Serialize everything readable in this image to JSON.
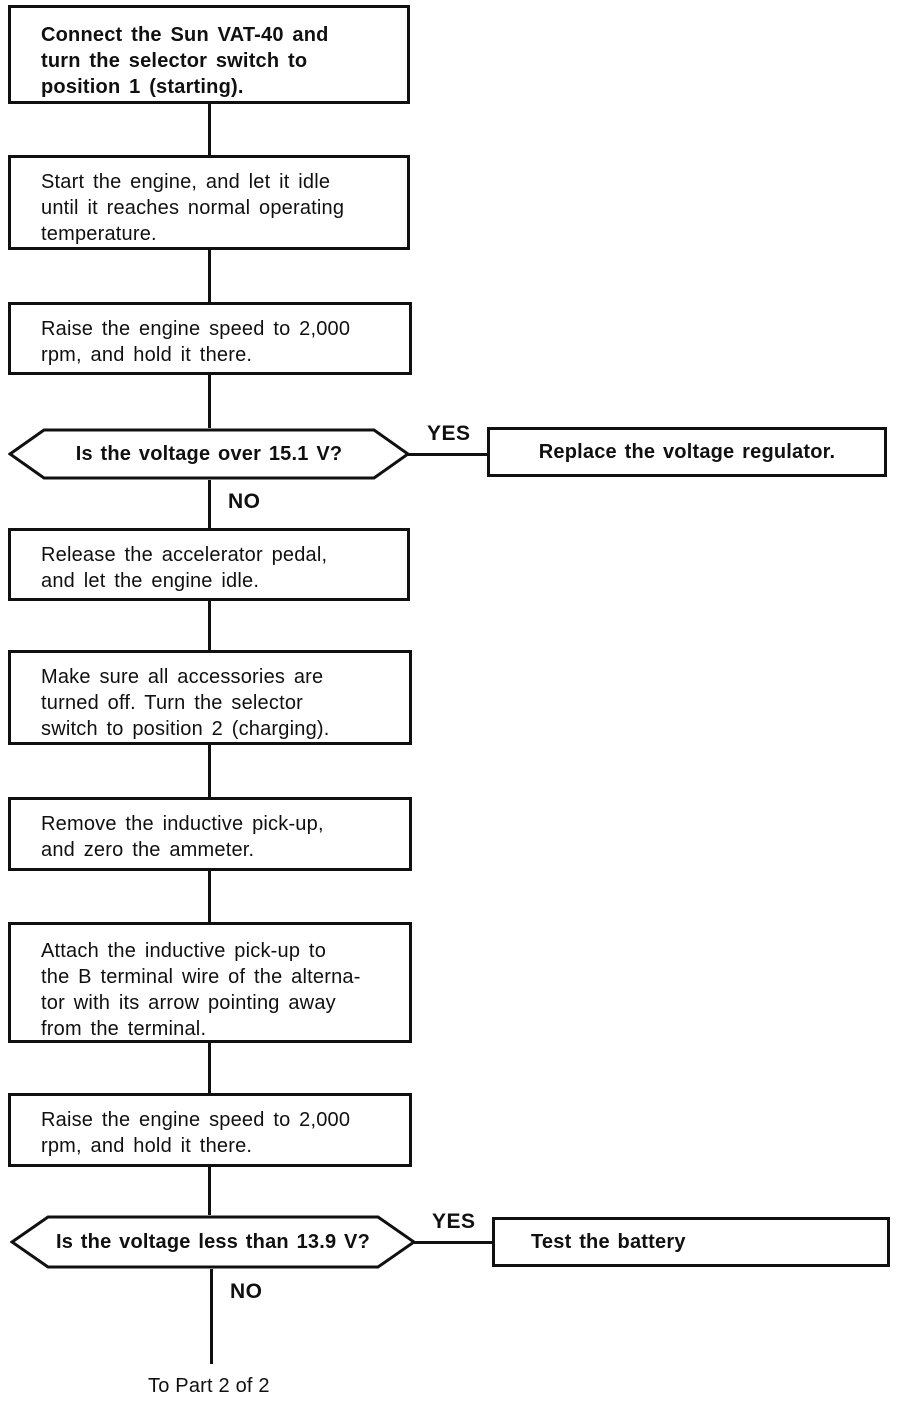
{
  "colors": {
    "ink": "#101010",
    "background": "#ffffff"
  },
  "flowchart": {
    "step_connect_vat40": "Connect the Sun VAT-40 and\nturn the selector switch to\nposition 1 (starting).",
    "step_start_engine": "Start the engine, and let it idle\nuntil it reaches normal operating\ntemperature.",
    "step_raise_speed_1": "Raise the engine speed to 2,000\nrpm, and hold it there.",
    "decision_voltage_over": "Is the voltage over 15.1 V?",
    "label_yes_1": "YES",
    "label_no_1": "NO",
    "action_replace_regulator": "Replace the voltage regulator.",
    "step_release_pedal": "Release the accelerator pedal,\nand let the engine idle.",
    "step_accessories_off": "Make sure all accessories are\nturned off. Turn the selector\nswitch to position 2 (charging).",
    "step_remove_pickup": "Remove the inductive pick-up,\nand zero the ammeter.",
    "step_attach_pickup": "Attach the inductive pick-up to\nthe B terminal wire of the alterna-\ntor with its arrow pointing away\nfrom the terminal.",
    "step_raise_speed_2": "Raise the engine speed to 2,000\nrpm, and hold it there.",
    "decision_voltage_less": "Is the voltage less than 13.9 V?",
    "label_yes_2": "YES",
    "label_no_2": "NO",
    "action_test_battery": "Test the battery",
    "footer": "To Part 2 of 2"
  }
}
